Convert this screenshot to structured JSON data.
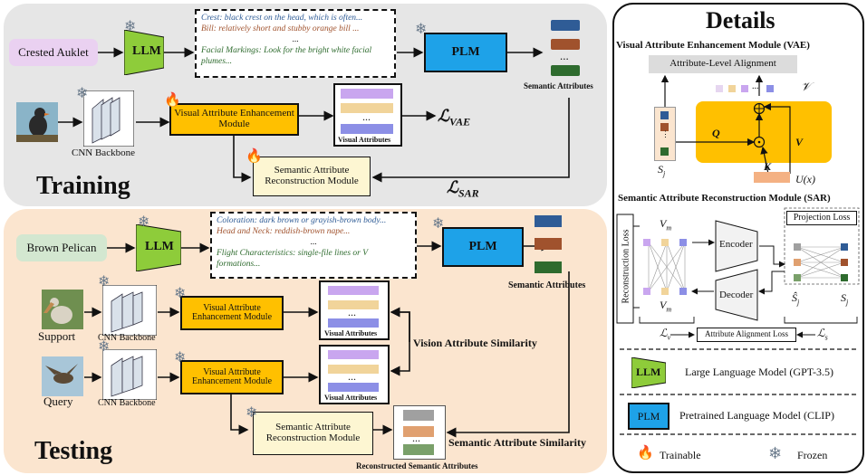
{
  "colors": {
    "training_bg": "#e6e6e6",
    "testing_bg": "#fbe5cf",
    "llm_green": "#8ecc3a",
    "plm_blue": "#1ea2e8",
    "vae_orange": "#ffc000",
    "sar_yellow": "#fdf6d2",
    "class_pink": "#ead1f1",
    "class_green": "#d3e7d0",
    "bar_blue": "#2f5c96",
    "bar_brown": "#a0522d",
    "bar_green": "#2e6b2e",
    "bar_purple": "#c9a6ef",
    "bar_cream": "#f1d49a",
    "bar_violet": "#8c8fe6"
  },
  "training": {
    "title": "Training",
    "class_label": "Crested Auklet",
    "llm": "LLM",
    "plm": "PLM",
    "descriptions": [
      "Crest: black crest on the head, which  is often...",
      "Bill: relatively short and stubby orange bill ...",
      "...",
      "Facial Markings: Look for the bright white facial plumes..."
    ],
    "semantic_attributes": "Semantic Attributes",
    "backbone": "CNN Backbone",
    "vae_module": "Visual Attribute Enhancement Module",
    "visual_attributes": "Visual Attributes",
    "sar_module": "Semantic Attribute Reconstruction Module",
    "loss_vae": "ℒ",
    "loss_vae_sub": "VAE",
    "loss_sar": "ℒ",
    "loss_sar_sub": "SAR",
    "dots": "..."
  },
  "testing": {
    "title": "Testing",
    "class_label": "Brown Pelican",
    "llm": "LLM",
    "plm": "PLM",
    "descriptions": [
      "Coloration: dark brown or grayish-brown body...",
      "Head and Neck: reddish-brown nape...",
      "...",
      "Flight Characteristics: single-file lines or V formations..."
    ],
    "semantic_attributes": "Semantic Attributes",
    "support": "Support",
    "query": "Query",
    "backbone": "CNN Backbone",
    "vae_module": "Visual Attribute Enhancement Module",
    "visual_attributes": "Visual Attributes",
    "sar_module": "Semantic Attribute Reconstruction Module",
    "vision_similarity": "Vision Attribute Similarity",
    "semantic_similarity": "Semantic Attribute Similarity",
    "reconstructed": "Reconstructed Semantic Attributes",
    "dots": "..."
  },
  "details": {
    "title": "Details",
    "vae_header": "Visual Attribute Enhancement Module (VAE)",
    "alignment": "Attribute-Level Alignment",
    "v_symbol": "𝒱",
    "s_symbol": "S",
    "s_sub": "j",
    "q": "Q",
    "k": "K",
    "v": "V",
    "ux": "U(x)",
    "sar_header": "Semantic Attribute Reconstruction Module (SAR)",
    "reconstruction_loss": "Reconstruction Loss",
    "projection_loss": "Projection Loss",
    "encoder": "Encoder",
    "decoder": "Decoder",
    "vm": "V",
    "vm_sub": "m",
    "sj_hat": "Ŝ",
    "lv": "ℒ",
    "lv_sub": "v",
    "ls": "ℒ",
    "ls_sub": "s",
    "alignment_loss": "Attribute Alignment Loss",
    "legend": {
      "llm_abbr": "LLM",
      "llm_desc": "Large Language Model (GPT-3.5)",
      "plm_abbr": "PLM",
      "plm_desc": "Pretrained Language Model (CLIP)",
      "trainable": "Trainable",
      "frozen": "Frozen"
    }
  }
}
